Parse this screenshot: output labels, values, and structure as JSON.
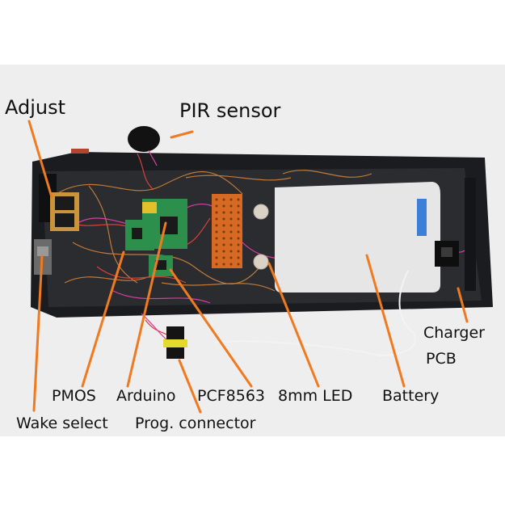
{
  "colors": {
    "background": "#ffffff",
    "photo_background": "#eeeeee",
    "case": "#1a1c1f",
    "case_floor": "#2a2c30",
    "pointer": "#f07a1f",
    "label_text": "#111111",
    "battery": "#e6e6e6",
    "pcb_green": "#2c8f4c",
    "proto_orange": "#d66a24",
    "wire_red": "#d8413c",
    "wire_pink": "#d83fa0",
    "wire_copper": "#c07a3a"
  },
  "labels": {
    "adjust": "Adjust",
    "pir_sensor": "PIR sensor",
    "charger": "Charger",
    "pcb": "PCB",
    "pmos": "PMOS",
    "arduino": "Arduino",
    "pcf8563": "PCF8563",
    "led": "8mm LED",
    "battery": "Battery",
    "wake_select": "Wake select",
    "prog_connector": "Prog. connector"
  },
  "icons": {
    "pir": "pir-sensor-dome-icon",
    "led": "led-icon",
    "connector": "pin-connector-icon"
  }
}
